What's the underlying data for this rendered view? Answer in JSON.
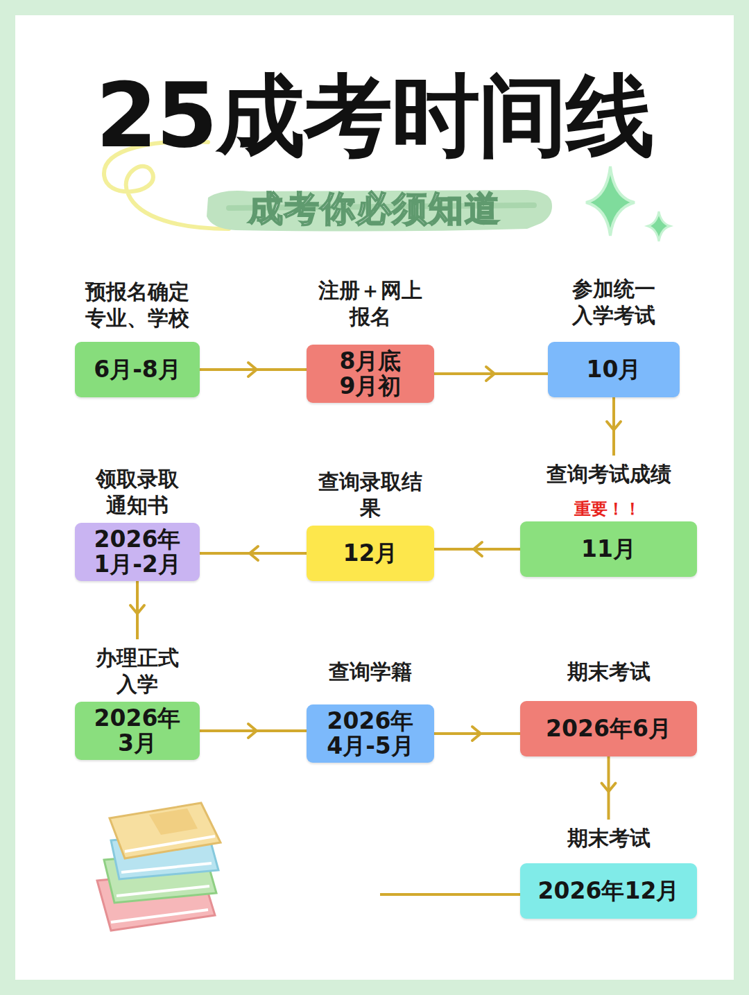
{
  "diagram": {
    "title": "25成考时间线",
    "nodes": [
      {
        "text": [
          "预报名确定 专业、学校",
          "6月-8月"
        ]
      },
      {
        "text": [
          "注册＋网上 报名",
          "8月底 9月初"
        ]
      },
      {
        "text": [
          "参加统一 入学考试",
          "10月"
        ]
      },
      {
        "text": [
          "领取录取 通知书",
          "2026年 1月-2月"
        ]
      },
      {
        "text": [
          "查询录取结 果",
          "12月"
        ]
      },
      {
        "text": [
          "查询考试成绩",
          "11月"
        ]
      },
      {
        "text": [
          "办理正式 入学",
          "2026年 3月"
        ]
      },
      {
        "text": [
          "查询学籍",
          "2026年 4月-5月"
        ]
      },
      {
        "text": [
          "期末考试",
          "2026年6月"
        ]
      },
      {
        "text": [
          "期末考试",
          "2026年12月"
        ]
      }
    ],
    "edges": [
      {
        "from": 0,
        "to": 1,
        "arrow": "to"
      },
      {
        "from": 1,
        "to": 2,
        "arrow": "to"
      },
      {
        "from": 2,
        "to": 5,
        "arrow": "to"
      },
      {
        "from": 5,
        "to": 4,
        "arrow": "to"
      },
      {
        "from": 4,
        "to": 3,
        "arrow": "to"
      },
      {
        "from": 3,
        "to": 6,
        "arrow": "to"
      },
      {
        "from": 6,
        "to": 7,
        "arrow": "to"
      },
      {
        "from": 7,
        "to": 8,
        "arrow": "to"
      },
      {
        "from": 8,
        "to": 9,
        "arrow": "to"
      }
    ],
    "labels": [
      "成考你必须知道",
      "重要！！"
    ]
  }
}
